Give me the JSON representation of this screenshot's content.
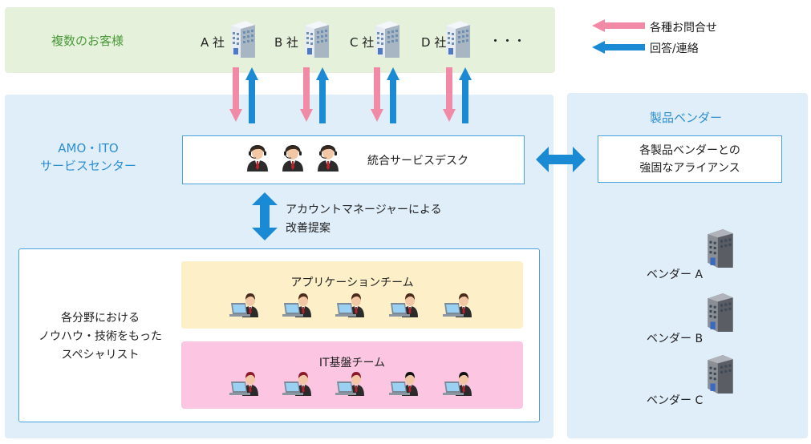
{
  "customers": {
    "label": "複数のお客様",
    "companies": [
      "A 社",
      "B 社",
      "C 社",
      "D 社"
    ],
    "more": "・・・"
  },
  "legend": {
    "inquiry": "各種お問合せ",
    "reply": "回答/連絡"
  },
  "amo": {
    "title_line1": "AMO・ITO",
    "title_line2": "サービスセンター",
    "service_desk": "統合サービスデスク",
    "manager_line1": "アカウントマネージャーによる",
    "manager_line2": "改善提案",
    "specialist_line1": "各分野における",
    "specialist_line2": "ノウハウ・技術をもった",
    "specialist_line3": "スペシャリスト",
    "team_app": "アプリケーションチーム",
    "team_it": "IT基盤チーム"
  },
  "vendor": {
    "title": "製品ベンダー",
    "alliance_line1": "各製品ベンダーとの",
    "alliance_line2": "強固なアライアンス",
    "vendors": [
      "ベンダー A",
      "ベンダー B",
      "ベンダー C"
    ]
  },
  "colors": {
    "inquiry_arrow": "#f08aa6",
    "reply_arrow": "#1a8ad4",
    "customer_bg": "#e6f1dc",
    "center_bg": "#e0eefa",
    "app_team_bg": "#fdf0c8",
    "it_team_bg": "#fcc6e2"
  },
  "icons": {
    "building": "building-icon",
    "operator": "operator-headset-icon",
    "engineer": "engineer-laptop-icon"
  }
}
